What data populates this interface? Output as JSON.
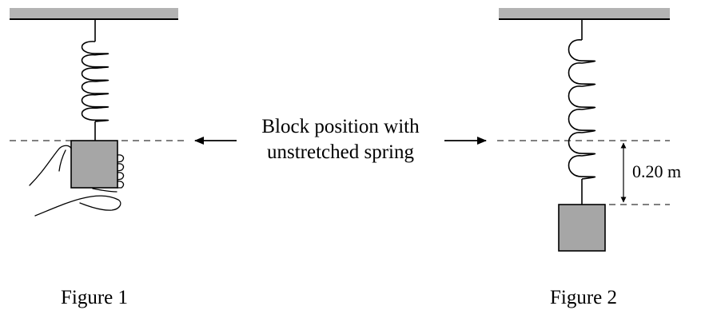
{
  "center_label": {
    "line1": "Block position with",
    "line2": "unstretched spring"
  },
  "figure1": {
    "caption": "Figure 1"
  },
  "figure2": {
    "caption": "Figure 2",
    "extension_label": "0.20 m"
  },
  "colors": {
    "ceiling": "#b3b3b3",
    "block": "#a6a6a6",
    "line": "#000000"
  }
}
